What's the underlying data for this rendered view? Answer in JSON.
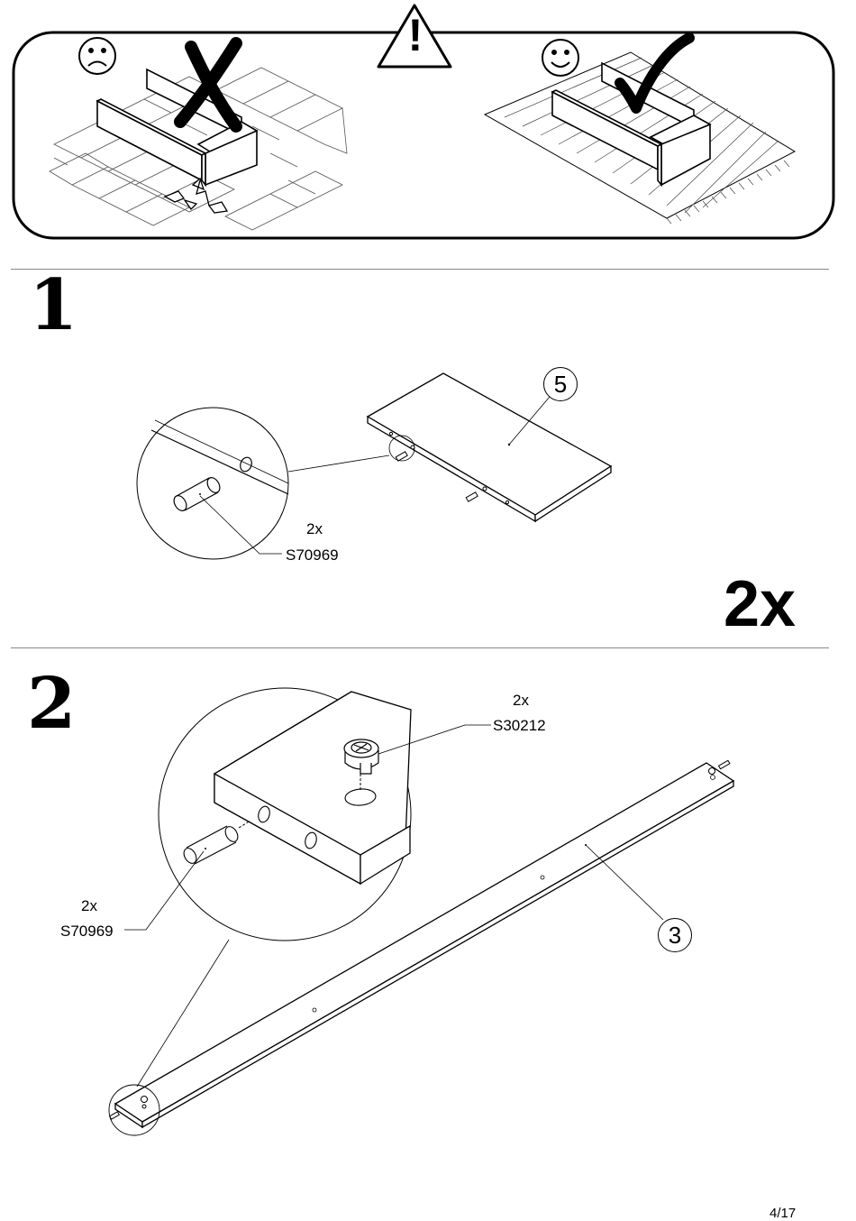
{
  "warning": {
    "symbol": "!",
    "bad_icon": "frown-face-icon",
    "good_icon": "smile-face-icon"
  },
  "step1": {
    "number": "1",
    "part_number": "5",
    "dowel_qty": "2x",
    "dowel_code": "S70969",
    "assembly_qty": "2x"
  },
  "step2": {
    "number": "2",
    "cam_qty": "2x",
    "cam_code": "S30212",
    "dowel_qty": "2x",
    "dowel_code": "S70969",
    "part_number": "3"
  },
  "footer": {
    "page": "4/17"
  }
}
